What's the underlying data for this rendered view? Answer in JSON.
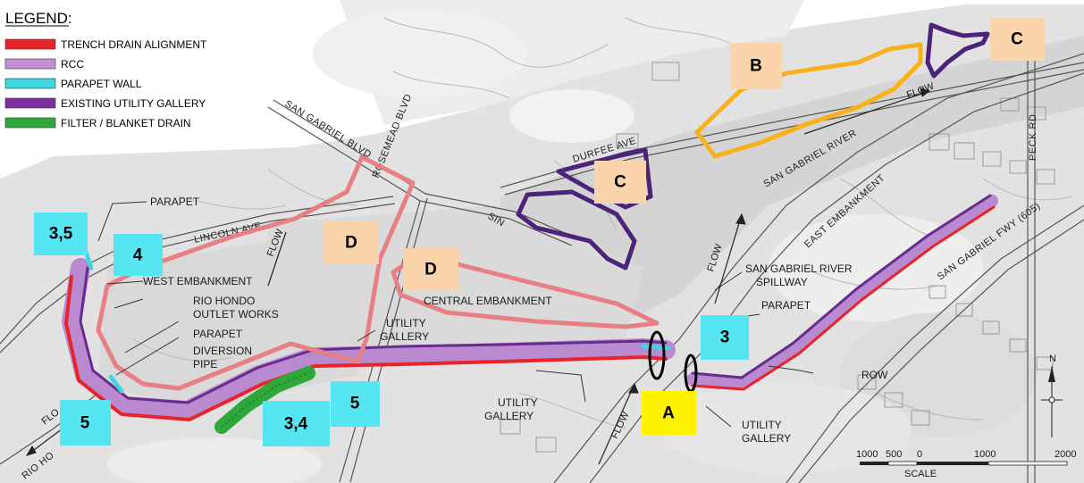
{
  "legend": {
    "title": "LEGEND:",
    "items": [
      {
        "label": "TRENCH DRAIN ALIGNMENT",
        "color": "#e8242b"
      },
      {
        "label": "RCC",
        "color": "#c58fd6"
      },
      {
        "label": "PARAPET WALL",
        "color": "#3fd6e0"
      },
      {
        "label": "EXISTING UTILITY GALLERY",
        "color": "#7a2fa0"
      },
      {
        "label": "FILTER / BLANKET DRAIN",
        "color": "#2ea83a"
      }
    ]
  },
  "roads": {
    "san_gabriel_blvd": "SAN GABRIEL BLVD",
    "rosemead_blvd": "ROSEMEAD BLVD",
    "durfee_ave": "DURFEE AVE",
    "lincoln_ave": "LINCOLN AVE",
    "peck_rd": "PECK RD",
    "san_gabriel_fwy": "SAN GABRIEL FWY (605)",
    "rio_hondo": "RIO HO",
    "san_gabriel_river": "SAN GABRIEL RIVER",
    "sina_partial": "SIN"
  },
  "labels": {
    "parapet_top": "PARAPET",
    "west_embankment": "WEST EMBANKMENT",
    "rio_hondo_outlet_1": "RIO HONDO",
    "rio_hondo_outlet_2": "OUTLET WORKS",
    "parapet_mid": "PARAPET",
    "diversion_1": "DIVERSION",
    "diversion_2": "PIPE",
    "utility_gallery_mid_1": "UTILITY",
    "utility_gallery_mid_2": "GALLERY",
    "utility_gallery_low_1": "UTILITY",
    "utility_gallery_low_2": "GALLERY",
    "central_embankment": "CENTRAL EMBANKMENT",
    "spillway_1": "SAN GABRIEL RIVER",
    "spillway_2": "SPILLWAY",
    "parapet_right": "PARAPET",
    "east_embankment": "EAST EMBANKMENT",
    "row": "ROW",
    "utility_gallery_right_1": "UTILITY",
    "utility_gallery_right_2": "GALLERY",
    "flow": "FLOW",
    "flow_left": "FLO"
  },
  "zones": [
    {
      "text": "B",
      "color": "#fad4aa"
    },
    {
      "text": "C",
      "color": "#fad4aa"
    },
    {
      "text": "C",
      "color": "#fad4aa"
    },
    {
      "text": "D",
      "color": "#fad4aa"
    },
    {
      "text": "D",
      "color": "#fad4aa"
    },
    {
      "text": "A",
      "color": "#fff200"
    }
  ],
  "sections": [
    {
      "text": "3,5",
      "color": "#55e6f1"
    },
    {
      "text": "4",
      "color": "#55e6f1"
    },
    {
      "text": "3",
      "color": "#55e6f1"
    },
    {
      "text": "5",
      "color": "#55e6f1"
    },
    {
      "text": "5",
      "color": "#55e6f1"
    },
    {
      "text": "3,4",
      "color": "#55e6f1"
    }
  ],
  "scale": {
    "ticks": [
      "1000",
      "500",
      "0",
      "1000",
      "2000"
    ],
    "label": "SCALE"
  },
  "north_arrow": "N"
}
